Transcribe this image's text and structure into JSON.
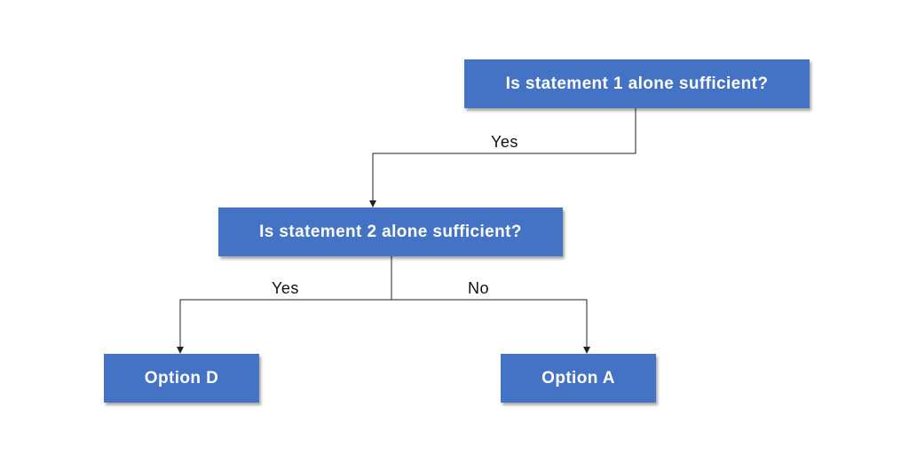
{
  "nodes": {
    "q1": "Is statement 1 alone sufficient?",
    "q2": "Is statement 2 alone sufficient?",
    "option_d": "Option D",
    "option_a": "Option A"
  },
  "edges": {
    "q1_to_q2": "Yes",
    "q2_to_option_d": "Yes",
    "q2_to_option_a": "No"
  },
  "colors": {
    "node_fill": "#4472c4",
    "node_text": "#ffffff",
    "connector": "#222222"
  }
}
